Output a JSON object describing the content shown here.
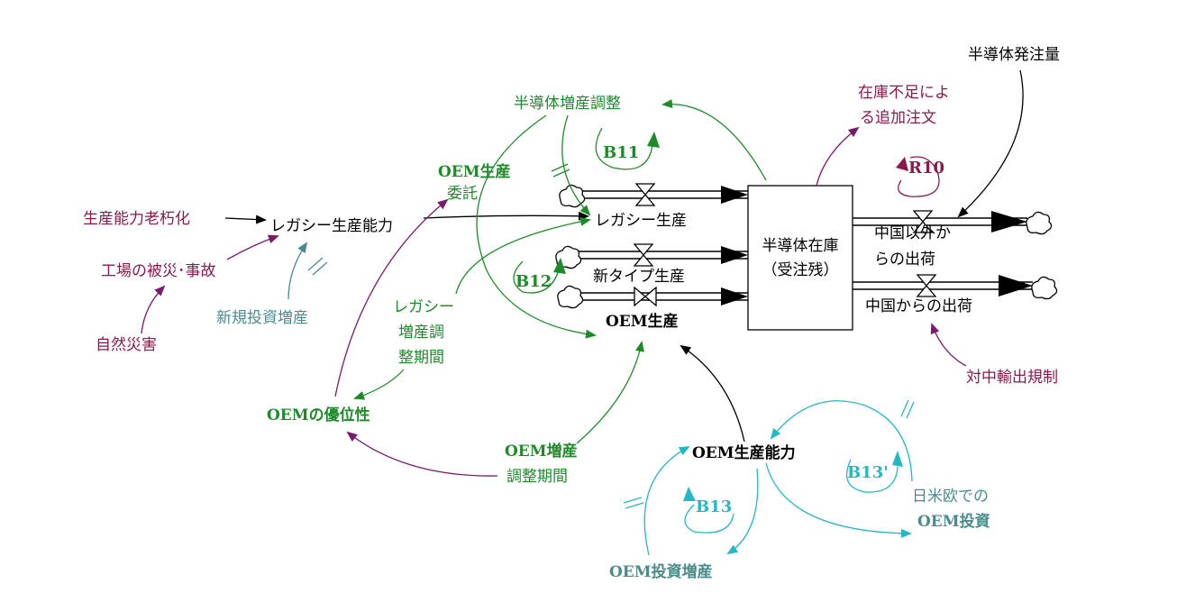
{
  "colors": {
    "black": "#000000",
    "purple": "#7b1a6b",
    "maroon": "#8b1a4a",
    "green": "#1f8a2a",
    "teal": "#4a8c8c",
    "cyan": "#22b8c4"
  },
  "stock": {
    "line1": "半導体在庫",
    "line2": "（受注残）"
  },
  "flows": {
    "legacy_production": "レガシー生産",
    "new_type_production": "新タイプ生産",
    "oem_production": "OEM生産",
    "non_china_shipping_line1": "中国以外か",
    "non_china_shipping_line2": "らの出荷",
    "china_shipping": "中国からの出荷"
  },
  "variables": {
    "semiconductor_orders": "半導体発注量",
    "shortage_orders_line1": "在庫不足によ",
    "shortage_orders_line2": "る追加注文",
    "capacity_aging": "生産能力老朽化",
    "legacy_capacity": "レガシー生産能力",
    "factory_disaster": "工場の被災･事故",
    "natural_disaster": "自然災害",
    "new_investment": "新規投資増産",
    "oem_outsourcing_line1": "OEM生産",
    "oem_outsourcing_line2": "委託",
    "semi_increase_adjust": "半導体増産調整",
    "legacy_adjust_line1": "レガシー",
    "legacy_adjust_line2": "増産調",
    "legacy_adjust_line3": "整期間",
    "oem_advantage": "OEMの優位性",
    "oem_adjust_line1": "OEM増産",
    "oem_adjust_line2": "調整期間",
    "oem_capacity": "OEM生産能力",
    "oem_invest_increase": "OEM投資増産",
    "western_invest_line1": "日米欧での",
    "western_invest_line2": "OEM投資",
    "export_control": "対中輸出規制"
  },
  "loops": {
    "b11": "B11",
    "b12": "B12",
    "b13": "B13",
    "b13p": "B13'",
    "r10": "R10"
  }
}
